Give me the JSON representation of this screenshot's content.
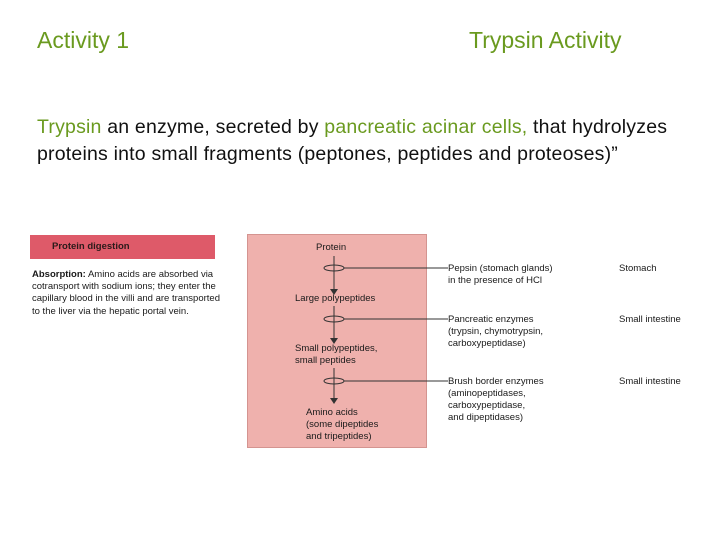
{
  "header": {
    "activity_label": "Activity 1",
    "title": "Trypsin Activity"
  },
  "intro": {
    "term": "Trypsin",
    "text_1": " an enzyme, secreted by ",
    "source": "pancreatic acinar cells,",
    "text_2": " that hydrolyzes proteins into small fragments (peptones, peptides and proteoses)”"
  },
  "diagram": {
    "header_label": "Protein digestion",
    "absorption_label": "Absorption:",
    "absorption_text": " Amino acids are absorbed via cotransport with sodium ions; they enter the capillary blood in the villi and are transported to the liver via the hepatic portal vein.",
    "stages": {
      "protein": "Protein",
      "large_polypeptides": "Large polypeptides",
      "small_polypeptides_1": "Small polypeptides,",
      "small_polypeptides_2": "small peptides",
      "amino_acids_1": "Amino acids",
      "amino_acids_2": "(some dipeptides",
      "amino_acids_3": "and tripeptides)"
    },
    "enzymes": {
      "pepsin_1": "Pepsin (stomach glands)",
      "pepsin_2": "in the presence of HCl",
      "pancreatic_1": "Pancreatic enzymes",
      "pancreatic_2": "(trypsin, chymotrypsin,",
      "pancreatic_3": "carboxypeptidase)",
      "brush_1": "Brush border enzymes",
      "brush_2": "(aminopeptidases,",
      "brush_3": "carboxypeptidase,",
      "brush_4": "and dipeptidases)"
    },
    "locations": {
      "stomach": "Stomach",
      "small_intestine_1": "Small intestine",
      "small_intestine_2": "Small intestine"
    },
    "colors": {
      "title_green": "#6a9a1f",
      "header_red": "#de5a69",
      "panel_pink": "#efb1ad"
    }
  }
}
